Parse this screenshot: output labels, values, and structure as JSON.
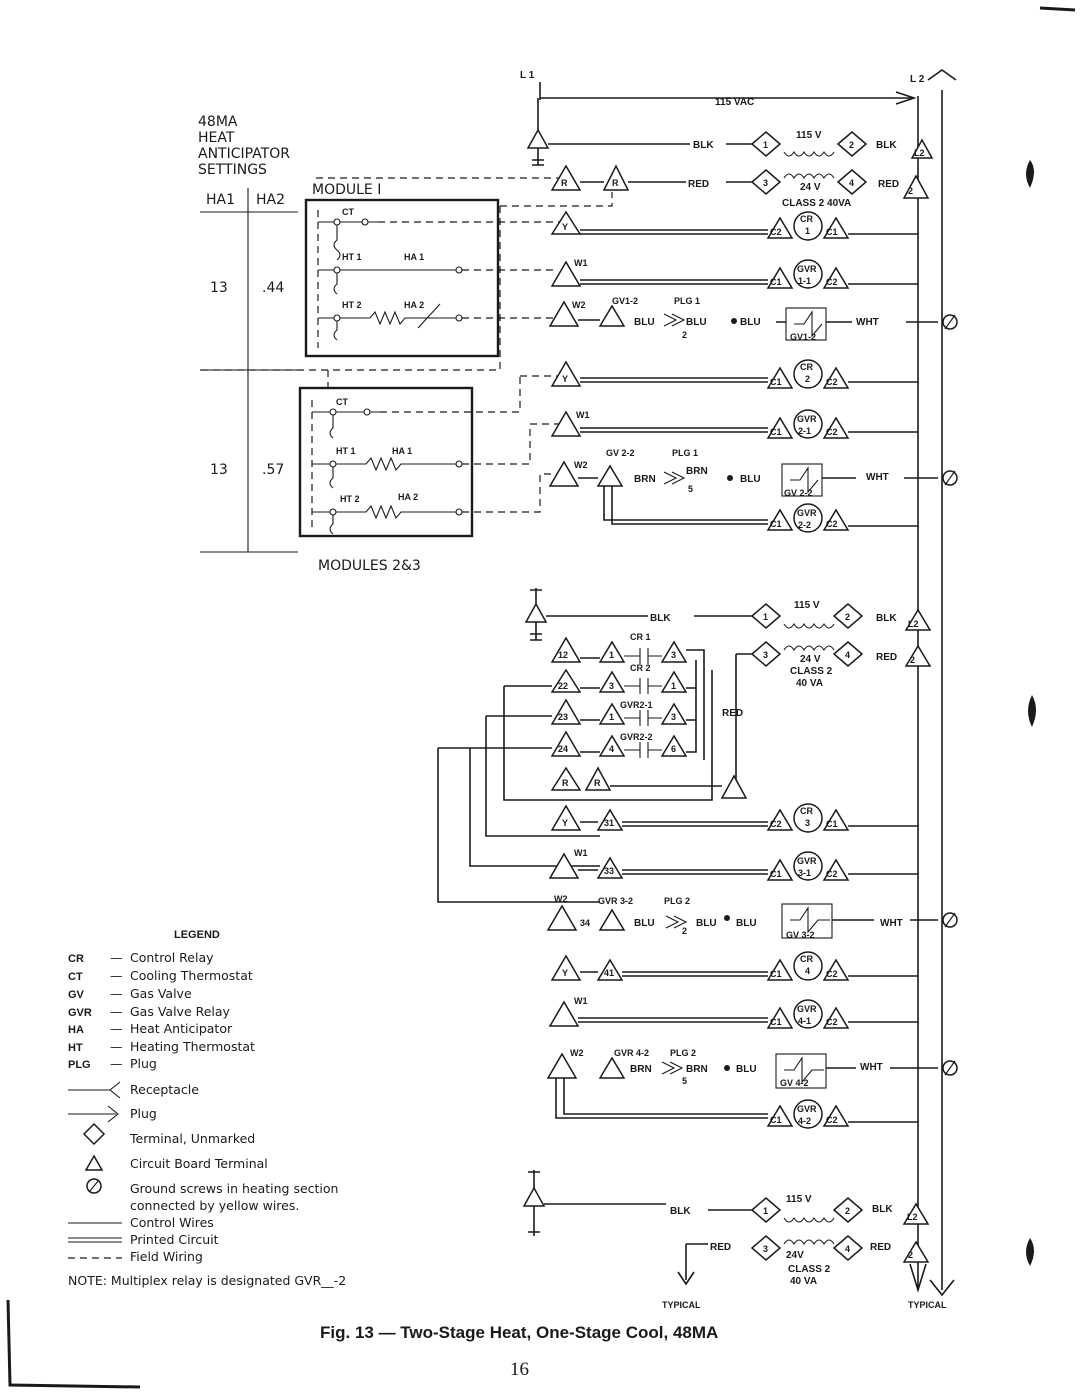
{
  "lines": {
    "l1": "L 1",
    "l2": "L 2",
    "supply": "115 VAC"
  },
  "settings": {
    "title": [
      "48MA",
      "HEAT",
      "ANTICIPATOR",
      "SETTINGS"
    ],
    "col_ha1": "HA1",
    "col_ha2": "HA2",
    "module1": {
      "label": "MODULE  I",
      "ha1": "13",
      "ha2": ".44"
    },
    "modules23": {
      "label": "MODULES  2&3",
      "ha1": "13",
      "ha2": ".57"
    }
  },
  "module_labels": {
    "ct": "CT",
    "ht1": "HT 1",
    "ha1": "HA 1",
    "ht2": "HT 2",
    "ha2": "HA 2"
  },
  "transformer": {
    "primary": "115 V",
    "secondary": "24 V",
    "class": "CLASS 2 40VA",
    "class2": "CLASS 2",
    "va": "40 VA",
    "sec_short": "24V"
  },
  "wires": {
    "blk": "BLK",
    "red": "RED",
    "red_alt": "RED",
    "wht": "WHT",
    "blu": "BLU",
    "brn": "BRN"
  },
  "terminals": {
    "r": "R",
    "y": "Y",
    "w1": "W1",
    "w2": "W2",
    "c1": "C1",
    "c2": "C2",
    "l1": "L1",
    "l2": "L2",
    "one": "1",
    "two": "2",
    "three": "3",
    "four": "4",
    "five": "5",
    "six": "6"
  },
  "relays": {
    "cr": "CR",
    "gvr": "GVR",
    "cr1": "CR 1",
    "cr2": "CR 2",
    "gvr21": "GVR2-1",
    "gvr22": "GVR2-2",
    "gvr1_1": "1-1",
    "gvr2_1": "2-1",
    "gvr2_2": "2-2",
    "gvr3_1": "3-1",
    "gvr4_1": "4-1",
    "gvr4_2": "4-2"
  },
  "valves": {
    "gv12": "GV1-2",
    "gv22": "GV 2-2",
    "gvr32": "GVR 3-2",
    "gvr42": "GVR 4-2",
    "gv12_box": "GV1-2",
    "gv22_box": "GV 2-2",
    "gv32_box": "GV 3-2",
    "gv42_box": "GV 4-2"
  },
  "plugs": {
    "plg1": "PLG 1",
    "plg2": "PLG 2"
  },
  "board_terminals": [
    "12",
    "22",
    "23",
    "24",
    "31",
    "33",
    "34",
    "41"
  ],
  "typical": "TYPICAL",
  "legend": {
    "title": "LEGEND",
    "abbr": [
      {
        "code": "CR",
        "desc": "Control Relay"
      },
      {
        "code": "CT",
        "desc": "Cooling Thermostat"
      },
      {
        "code": "GV",
        "desc": "Gas Valve"
      },
      {
        "code": "GVR",
        "desc": "Gas Valve Relay"
      },
      {
        "code": "HA",
        "desc": "Heat Anticipator"
      },
      {
        "code": "HT",
        "desc": "Heating Thermostat"
      },
      {
        "code": "PLG",
        "desc": "Plug"
      }
    ],
    "symbols": {
      "receptacle": "Receptacle",
      "plug": "Plug",
      "terminal": "Terminal, Unmarked",
      "board": "Circuit Board Terminal",
      "ground1": "Ground screws in heating section",
      "ground2": "connected by yellow wires.",
      "control": "Control Wires",
      "printed": "Printed Circuit",
      "field": "Field Wiring"
    },
    "note": "NOTE:  Multiplex relay is designated GVR__-2"
  },
  "caption": "Fig. 13 — Two-Stage Heat, One-Stage Cool, 48MA",
  "page_number": "16"
}
